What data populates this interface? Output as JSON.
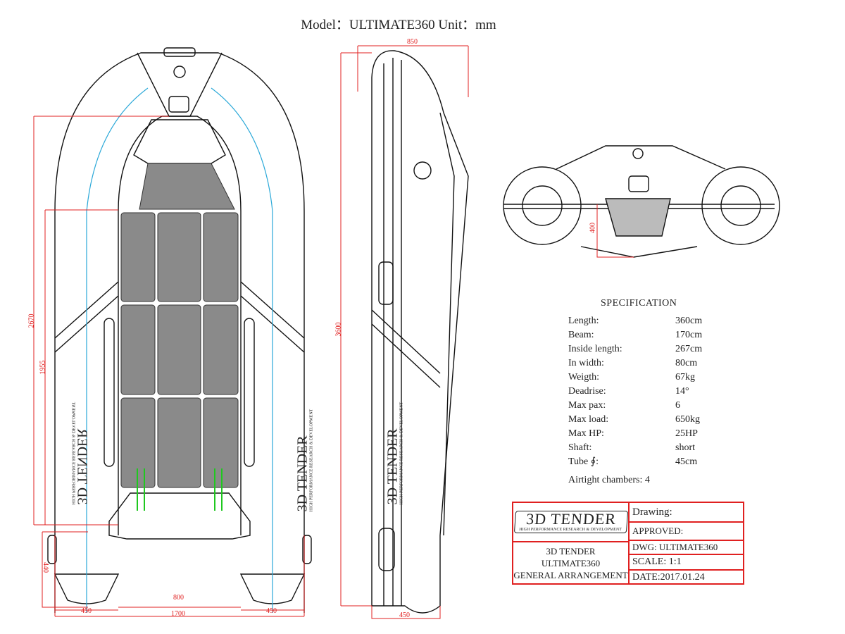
{
  "header": {
    "title": "Model：ULTIMATE360   Unit：mm"
  },
  "dimensions": {
    "side_top_width": "850",
    "inside_length_total": "2670",
    "inside_length_deck": "1955",
    "overall_length": "3600",
    "front_height": "400",
    "tube_height": "440",
    "inner_width": "800",
    "left_tube_width": "450",
    "overall_beam": "1700",
    "right_tube_width": "450",
    "side_tube_width": "450"
  },
  "branding": {
    "name": "3D TENDER",
    "tagline": "HIGH PERFORMANCE RESEARCH & DEVELOPMENT"
  },
  "specification": {
    "title": "SPECIFICATION",
    "rows": [
      {
        "label": "Length:",
        "value": "360cm"
      },
      {
        "label": "Beam:",
        "value": "170cm"
      },
      {
        "label": "Inside length:",
        "value": "267cm"
      },
      {
        "label": "In width:",
        "value": "80cm"
      },
      {
        "label": "Weigth:",
        "value": "67kg"
      },
      {
        "label": "Deadrise:",
        "value": "14°"
      },
      {
        "label": "Max pax:",
        "value": "6"
      },
      {
        "label": "Max load:",
        "value": "650kg"
      },
      {
        "label": "Max HP:",
        "value": "25HP"
      },
      {
        "label": "Shaft:",
        "value": "short"
      },
      {
        "label": "Tube ∮:",
        "value": "45cm"
      }
    ],
    "airtight": "Airtight chambers: 4"
  },
  "title_block": {
    "logo_name": "3D TENDER",
    "logo_tagline": "HIGH PERFORMANCE RESEARCH & DEVELOPMENT",
    "desc_line1": "3D TENDER",
    "desc_line2": "ULTIMATE360",
    "desc_line3": "GENERAL ARRANGEMENT",
    "drawing": "Drawing:",
    "approved": "APPROVED:",
    "dwg": "DWG: ULTIMATE360",
    "scale": "SCALE: 1:1",
    "date": "DATE:2017.01.24"
  },
  "colors": {
    "dimension": "#e02020",
    "centerline": "#2aa8d8",
    "deck": "#8a8a8a",
    "outline": "#111111"
  }
}
